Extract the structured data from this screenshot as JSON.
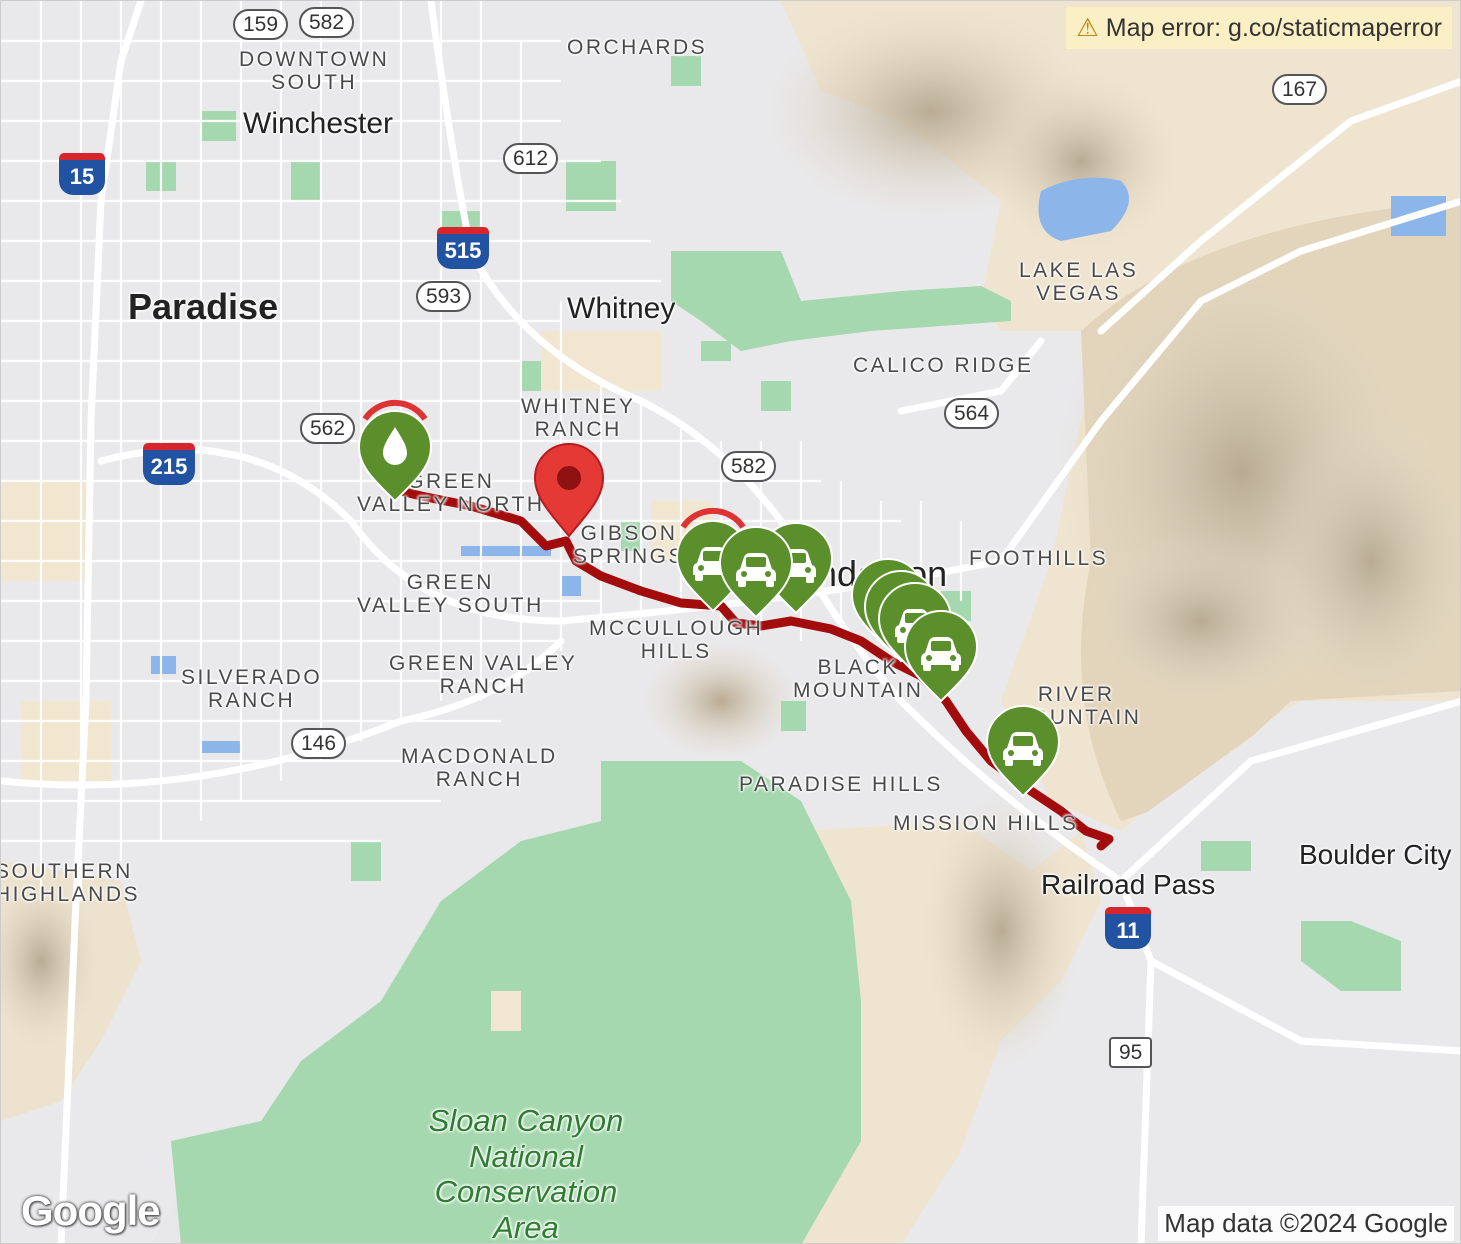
{
  "error_banner": {
    "icon": "warning-triangle-icon",
    "text": "Map error: g.co/staticmaperror"
  },
  "attribution": "Map data ©2024 Google",
  "logo": "Google",
  "colors": {
    "route": "#a30c0c",
    "marker_green": "#5a8f2b",
    "start_pin": "#e53935",
    "park": "#8fce9c"
  },
  "labels": {
    "paradise": "Paradise",
    "winchester": "Winchester",
    "whitney": "Whitney",
    "downtown_south_1": "DOWNTOWN",
    "downtown_south_2": "SOUTH",
    "orchards": "ORCHARDS",
    "whitney_ranch_1": "WHITNEY",
    "whitney_ranch_2": "RANCH",
    "green_valley_north_1": "GREEN",
    "green_valley_north_2": "VALLEY NORTH",
    "gibson_springs_1": "GIBSON",
    "gibson_springs_2": "SPRINGS",
    "henderson": "Henderson",
    "green_valley_south_1": "GREEN",
    "green_valley_south_2": "VALLEY SOUTH",
    "mccullough_hills_1": "MCCULLOUGH",
    "mccullough_hills_2": "HILLS",
    "calico_ridge": "CALICO RIDGE",
    "lake_las_vegas_1": "LAKE LAS",
    "lake_las_vegas_2": "VEGAS",
    "foothills": "FOOTHILLS",
    "black_mountain_1": "BLACK",
    "black_mountain_2": "MOUNTAIN",
    "river_mountain_1": "RIVER",
    "river_mountain_2": "MOUNTAIN",
    "silverado_ranch_1": "SILVERADO",
    "silverado_ranch_2": "RANCH",
    "green_valley_ranch_1": "GREEN VALLEY",
    "green_valley_ranch_2": "RANCH",
    "macdonald_ranch_1": "MACDONALD",
    "macdonald_ranch_2": "RANCH",
    "paradise_hills": "PARADISE HILLS",
    "mission_hills": "MISSION HILLS",
    "boulder_city": "Boulder City",
    "railroad_pass": "Railroad Pass",
    "southern_highlands_1": "SOUTHERN",
    "southern_highlands_2": "HIGHLANDS",
    "sloan_canyon": "Sloan Canyon National Conservation Area"
  },
  "route_shields": {
    "r159": "159",
    "r582a": "582",
    "r612": "612",
    "r593": "593",
    "r562": "562",
    "r582b": "582",
    "r564": "564",
    "r167": "167",
    "r146": "146",
    "r95": "95"
  },
  "interstate_shields": {
    "i15": "15",
    "i515": "515",
    "i215": "215",
    "i11": "11"
  },
  "markers": {
    "start": {
      "icon": "location-pin-icon"
    },
    "water_station": {
      "icon": "water-drop-icon"
    },
    "vehicles": {
      "icon": "car-icon",
      "count": 8
    }
  }
}
